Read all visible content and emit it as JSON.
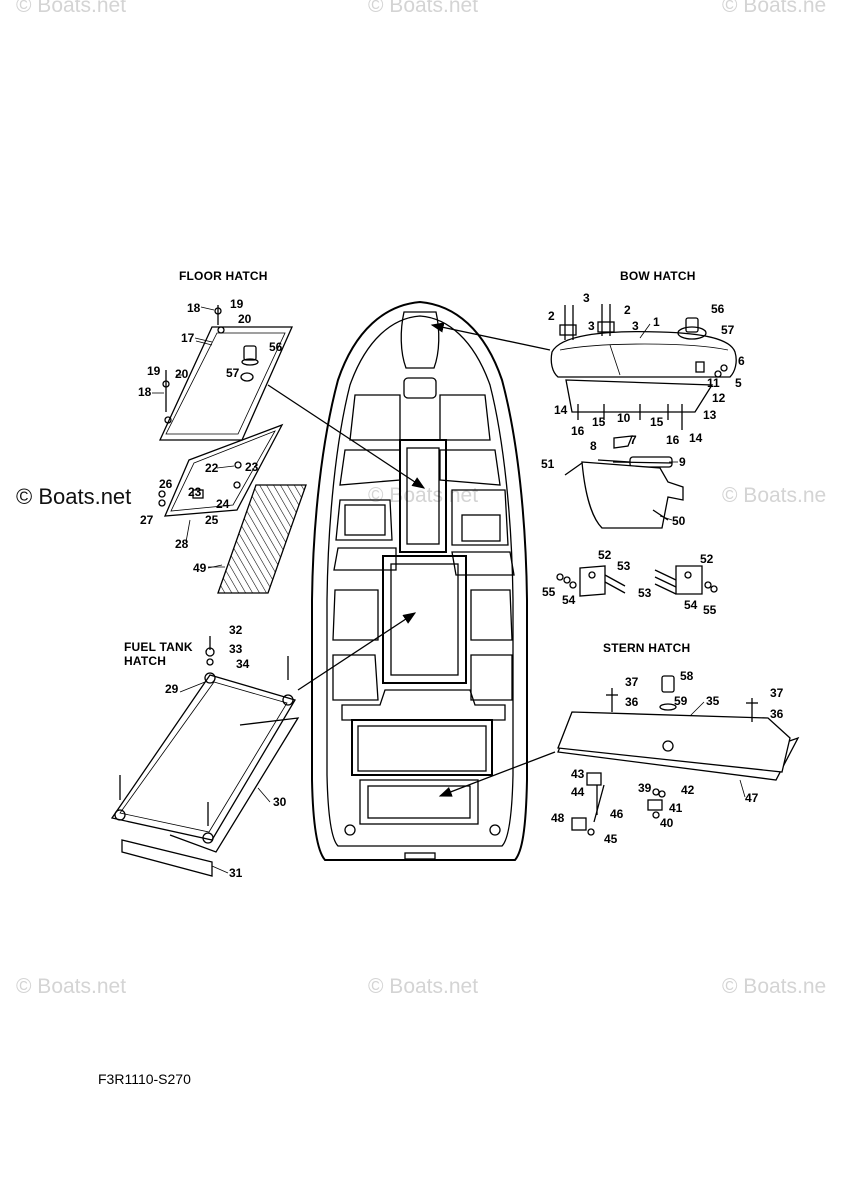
{
  "watermark": {
    "text": "© Boats.net",
    "text_cut": "© Boats.ne"
  },
  "sections": {
    "floor_hatch": "FLOOR HATCH",
    "bow_hatch": "BOW HATCH",
    "fuel_tank_hatch_1": "FUEL TANK",
    "fuel_tank_hatch_2": "HATCH",
    "stern_hatch": "STERN HATCH"
  },
  "diagram_code": "F3R1110-S270",
  "parts": {
    "floor": [
      "17",
      "18",
      "19",
      "20",
      "56",
      "57",
      "19",
      "20",
      "18",
      "22",
      "23",
      "26",
      "23",
      "24",
      "25",
      "27",
      "28",
      "49"
    ],
    "bow": [
      "1",
      "2",
      "3",
      "3",
      "2",
      "3",
      "56",
      "57",
      "6",
      "11",
      "5",
      "12",
      "13",
      "10",
      "14",
      "15",
      "16",
      "15",
      "16",
      "14",
      "7",
      "8",
      "9",
      "51",
      "50"
    ],
    "mount": [
      "52",
      "53",
      "55",
      "54",
      "52",
      "53",
      "54",
      "55"
    ],
    "fuel": [
      "32",
      "33",
      "34",
      "29",
      "30",
      "31"
    ],
    "stern": [
      "58",
      "59",
      "37",
      "36",
      "35",
      "37",
      "36",
      "47",
      "43",
      "44",
      "46",
      "48",
      "45",
      "39",
      "42",
      "41",
      "40"
    ]
  }
}
